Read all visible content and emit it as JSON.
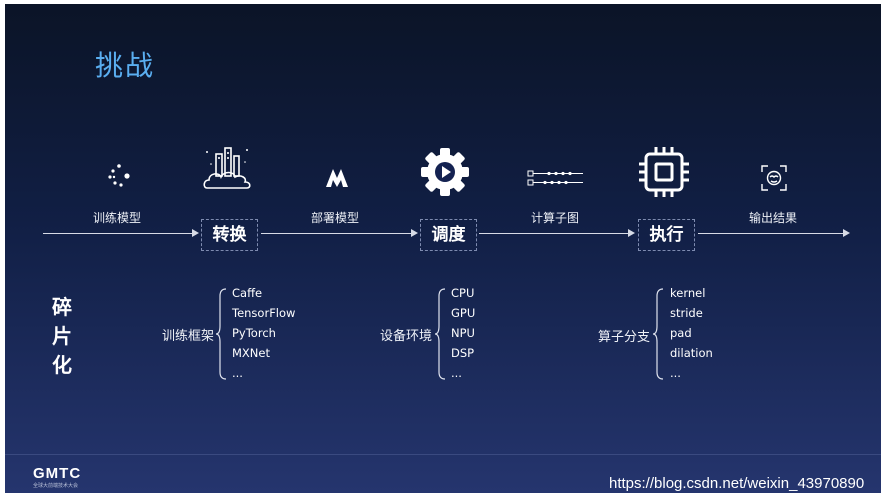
{
  "slide": {
    "title": "挑战",
    "pipeline": {
      "steps": [
        {
          "label": "训练模型",
          "icon": "model-dots-icon"
        },
        {
          "label": "转换",
          "icon": "city-cloud-icon",
          "boxed": true
        },
        {
          "label": "部署模型",
          "icon": "m-logo-icon"
        },
        {
          "label": "调度",
          "icon": "gear-play-icon",
          "boxed": true
        },
        {
          "label": "计算子图",
          "icon": "node-graph-icon"
        },
        {
          "label": "执行",
          "icon": "chip-icon",
          "boxed": true
        },
        {
          "label": "输出结果",
          "icon": "face-scan-icon"
        }
      ]
    },
    "fragmentation": {
      "title_chars": [
        "碎",
        "片",
        "化"
      ],
      "groups": [
        {
          "label": "训练框架",
          "items": [
            "Caffe",
            "TensorFlow",
            "PyTorch",
            "MXNet",
            "..."
          ]
        },
        {
          "label": "设备环境",
          "items": [
            "CPU",
            "GPU",
            "NPU",
            "DSP",
            "..."
          ]
        },
        {
          "label": "算子分支",
          "items": [
            "kernel",
            "stride",
            "pad",
            "dilation",
            "..."
          ]
        }
      ]
    },
    "footer": {
      "logo": "GMTC",
      "logo_sub": "全球大前端技术大会",
      "watermark": "https://blog.csdn.net/weixin_43970890"
    }
  },
  "colors": {
    "title": "#5aaef0",
    "background_top": "#0b1427",
    "background_bottom": "#25356e",
    "line": "#d7dbe6",
    "box_border": "#7e8bb0"
  }
}
